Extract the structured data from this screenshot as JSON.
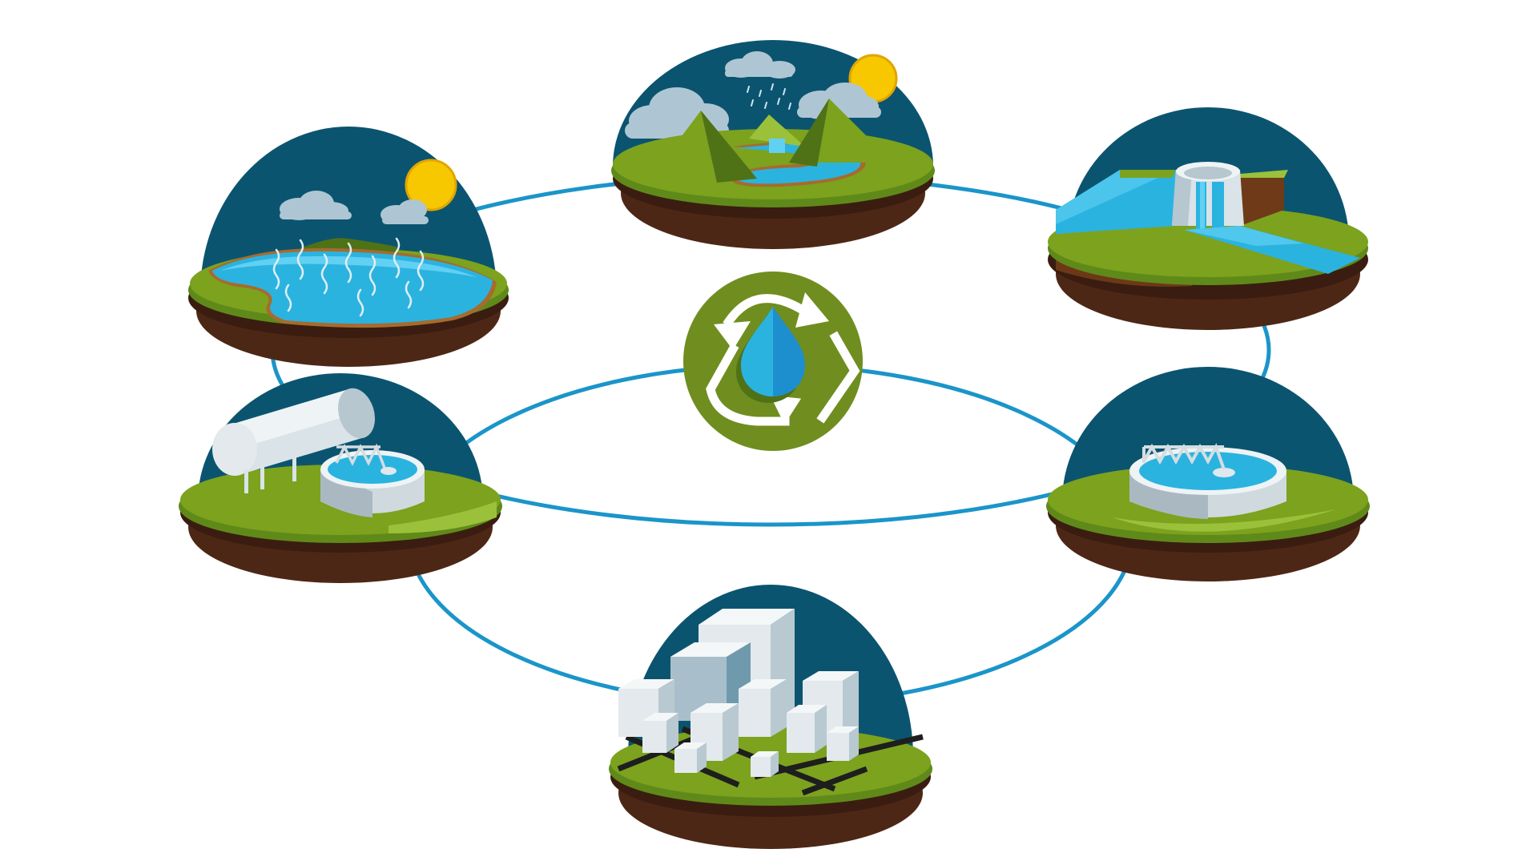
{
  "colors": {
    "background": "#ffffff",
    "ring": "#1a95c9",
    "sky": "#0b5470",
    "grass": "#7ca21e",
    "grass_dark": "#4f7217",
    "grass_light": "#9bc13a",
    "soil": "#4d2716",
    "soil_dark": "#3a1d10",
    "water": "#2bb3e0",
    "water_light": "#61d0f2",
    "cloud": "#aec6d3",
    "sun": "#f7c800",
    "building": "#e3e9ec",
    "building_shade": "#6f9aad",
    "hub": "#6f8e1f",
    "hub_arrows": "#ffffff",
    "drop": "#1e8fce"
  },
  "nodes": [
    {
      "id": "lake-evaporation",
      "icon": "lake-evaporation-icon"
    },
    {
      "id": "mountain-rain-river",
      "icon": "mountain-rain-icon"
    },
    {
      "id": "dam",
      "icon": "dam-icon"
    },
    {
      "id": "treatment-basin",
      "icon": "treatment-basin-icon"
    },
    {
      "id": "city",
      "icon": "city-icon"
    },
    {
      "id": "storage-tank-basin",
      "icon": "storage-tank-icon"
    }
  ],
  "hub": {
    "icon": "water-recycle-icon"
  }
}
